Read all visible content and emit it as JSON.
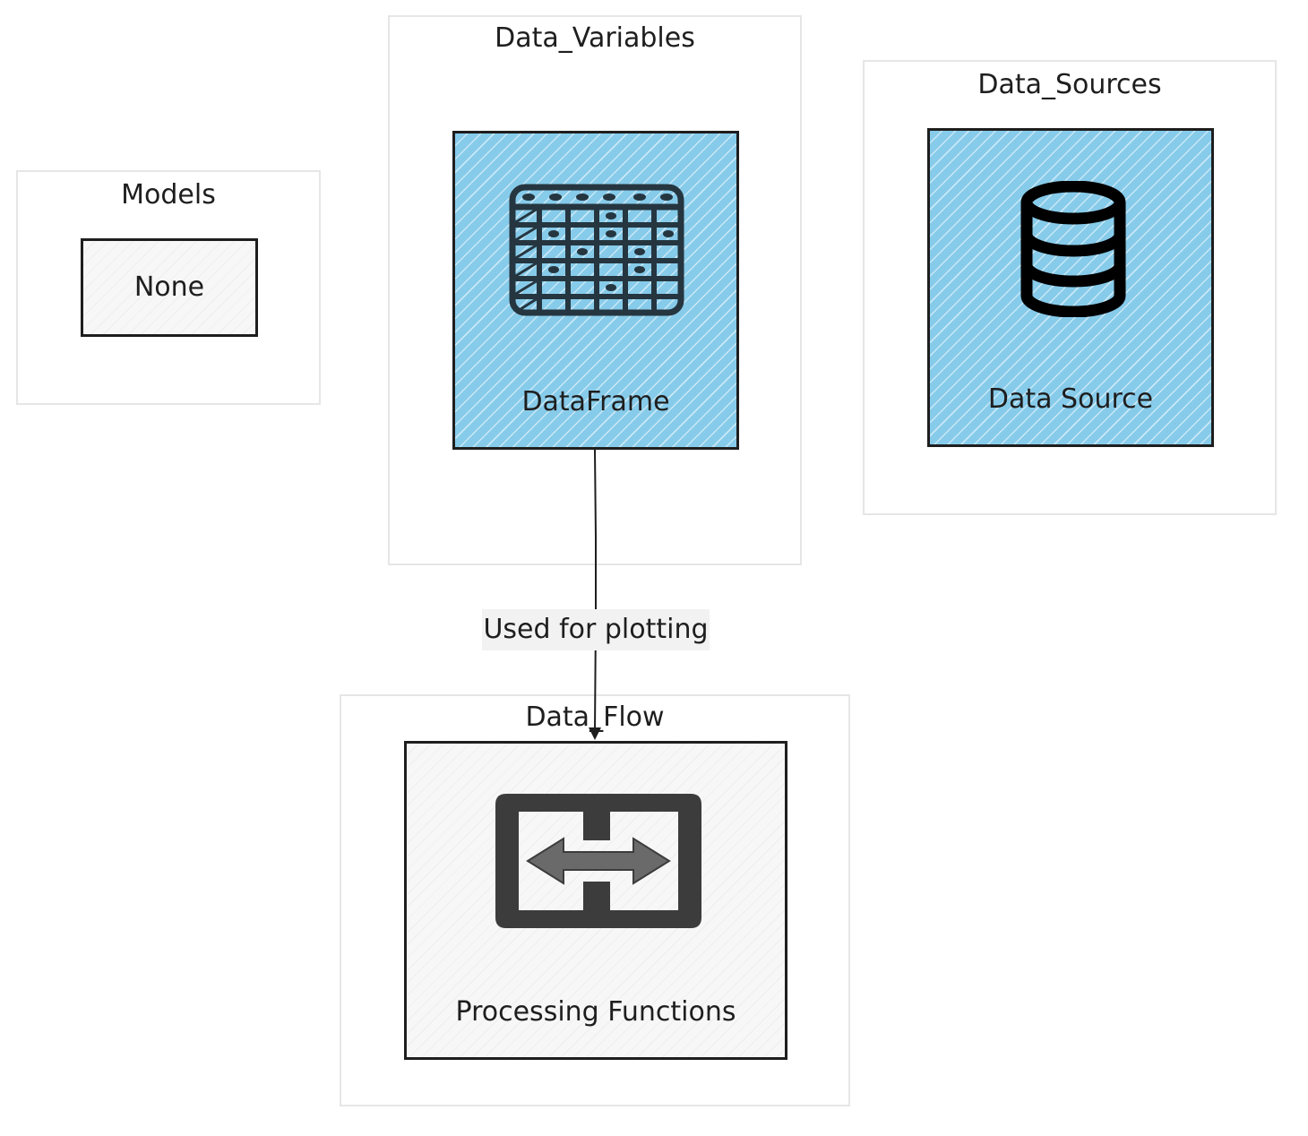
{
  "clusters": {
    "models": {
      "title": "Models"
    },
    "data_variables": {
      "title": "Data_Variables"
    },
    "data_sources": {
      "title": "Data_Sources"
    },
    "data_flow": {
      "title": "Data_Flow"
    }
  },
  "nodes": {
    "none": {
      "label": "None"
    },
    "dataframe": {
      "label": "DataFrame",
      "icon": "table-icon"
    },
    "data_source": {
      "label": "Data Source",
      "icon": "database-icon"
    },
    "processing_functions": {
      "label": "Processing Functions",
      "icon": "data-transfer-icon"
    }
  },
  "edges": [
    {
      "from": "DataFrame",
      "to": "Processing Functions",
      "label": "Used for plotting"
    }
  ],
  "colors": {
    "node_fill_blue": "#87cbea",
    "node_fill_grey": "#f7f7f7",
    "stroke": "#1e1e1e",
    "cluster_border": "#e6e6e6",
    "edge_label_bg": "#f2f2f2"
  }
}
